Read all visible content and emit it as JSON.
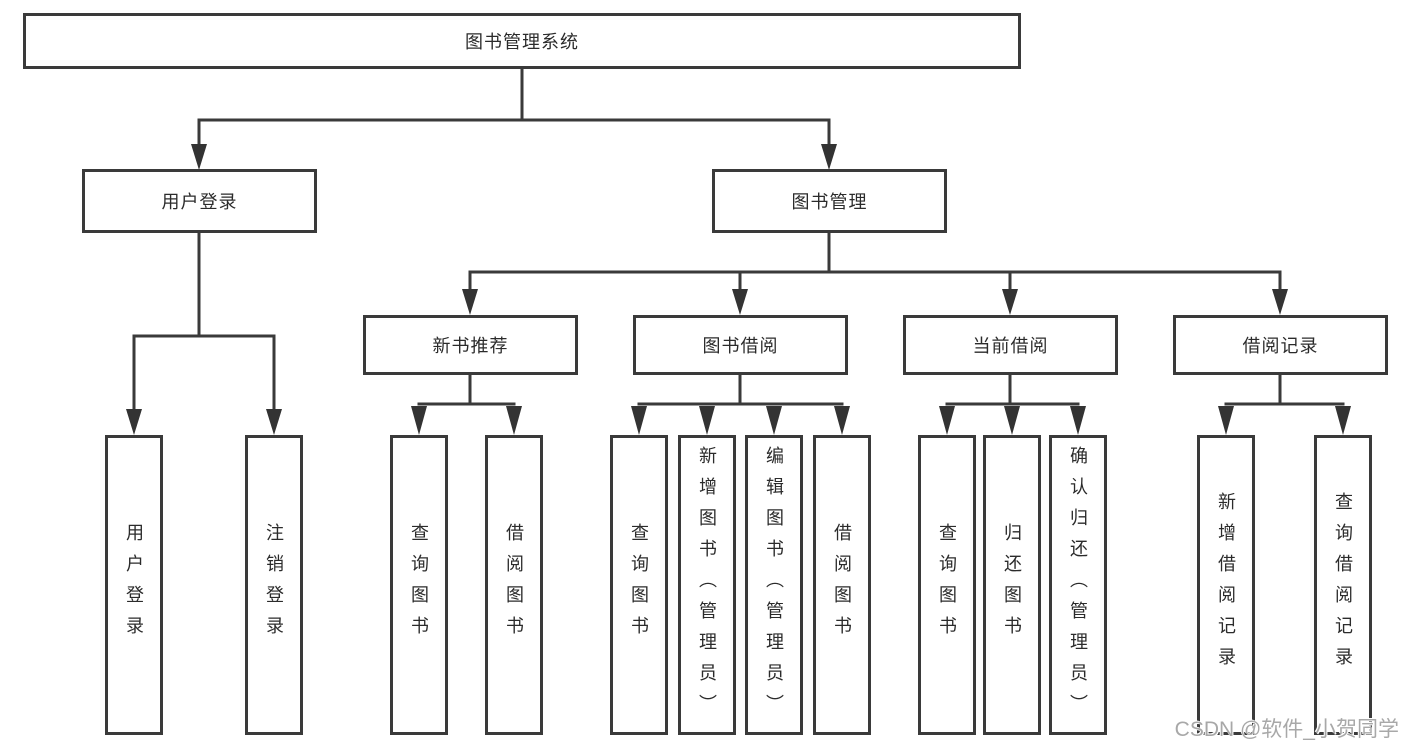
{
  "diagram": {
    "root": {
      "label": "图书管理系统"
    },
    "level2": [
      {
        "label": "用户登录",
        "children": [
          {
            "label": "用户登录"
          },
          {
            "label": "注销登录"
          }
        ]
      },
      {
        "label": "图书管理",
        "children": [
          {
            "label": "新书推荐",
            "children": [
              {
                "label": "查询图书"
              },
              {
                "label": "借阅图书"
              }
            ]
          },
          {
            "label": "图书借阅",
            "children": [
              {
                "label": "查询图书"
              },
              {
                "label": "新增图书（管理员）"
              },
              {
                "label": "编辑图书（管理员）"
              },
              {
                "label": "借阅图书"
              }
            ]
          },
          {
            "label": "当前借阅",
            "children": [
              {
                "label": "查询图书"
              },
              {
                "label": "归还图书"
              },
              {
                "label": "确认归还（管理员）"
              }
            ]
          },
          {
            "label": "借阅记录",
            "children": [
              {
                "label": "新增借阅记录"
              },
              {
                "label": "查询借阅记录"
              }
            ]
          }
        ]
      }
    ]
  },
  "watermark": {
    "text": "CSDN @软件_小贺同学"
  },
  "colors": {
    "line": "#3a3a3a",
    "arrow": "#333333",
    "box_border": "#3a3a3a",
    "text": "#2b2b2b",
    "watermark": "#a8a8a8",
    "background": "#ffffff"
  }
}
